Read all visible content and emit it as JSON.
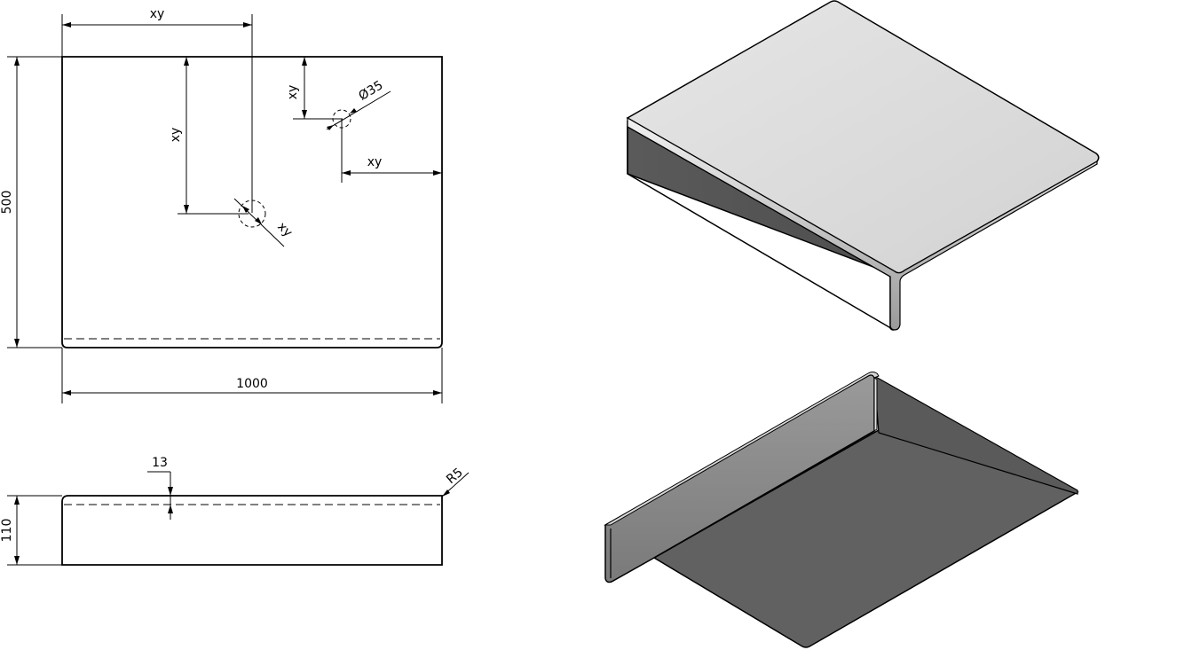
{
  "top_view": {
    "dim_top_horizontal": "xy",
    "dim_vertical_hole1": "xy",
    "dim_vertical_hole2": "xy",
    "dim_right_horizontal": "xy",
    "dim_hole1_diameter": "xy",
    "dim_hole2_diameter": "Ø35",
    "dim_height": "500",
    "dim_width": "1000"
  },
  "side_view": {
    "dim_bend_offset": "13",
    "dim_radius": "R5",
    "dim_height": "110"
  },
  "colors": {
    "line": "#000000",
    "top_face": "#dcdcdc",
    "front_face": "#595959",
    "underside": "#636363",
    "flange_inner": "#8a8a8a"
  }
}
